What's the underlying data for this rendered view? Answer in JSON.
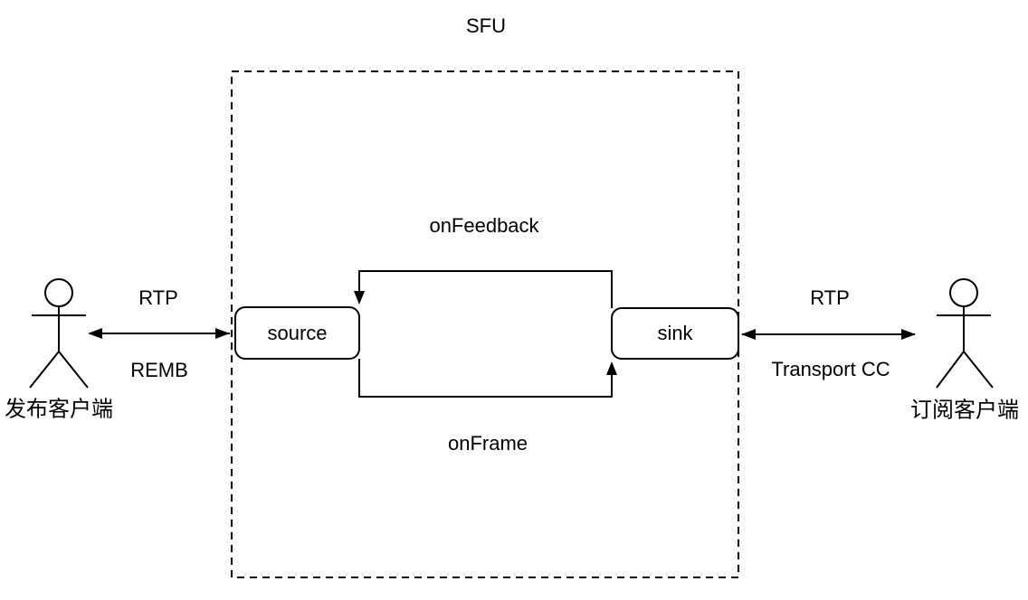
{
  "diagram": {
    "title": "SFU",
    "colors": {
      "stroke": "#000000",
      "background": "#ffffff"
    },
    "actors": {
      "publisher": {
        "label": "发布客户端"
      },
      "subscriber": {
        "label": "订阅客户端"
      }
    },
    "nodes": {
      "source": {
        "label": "source"
      },
      "sink": {
        "label": "sink"
      }
    },
    "links": {
      "publisher_sfu": {
        "top_label": "RTP",
        "bottom_label": "REMB"
      },
      "sfu_subscriber": {
        "top_label": "RTP",
        "bottom_label": "Transport CC"
      },
      "sink_to_source": {
        "label": "onFeedback"
      },
      "source_to_sink": {
        "label": "onFrame"
      }
    }
  }
}
